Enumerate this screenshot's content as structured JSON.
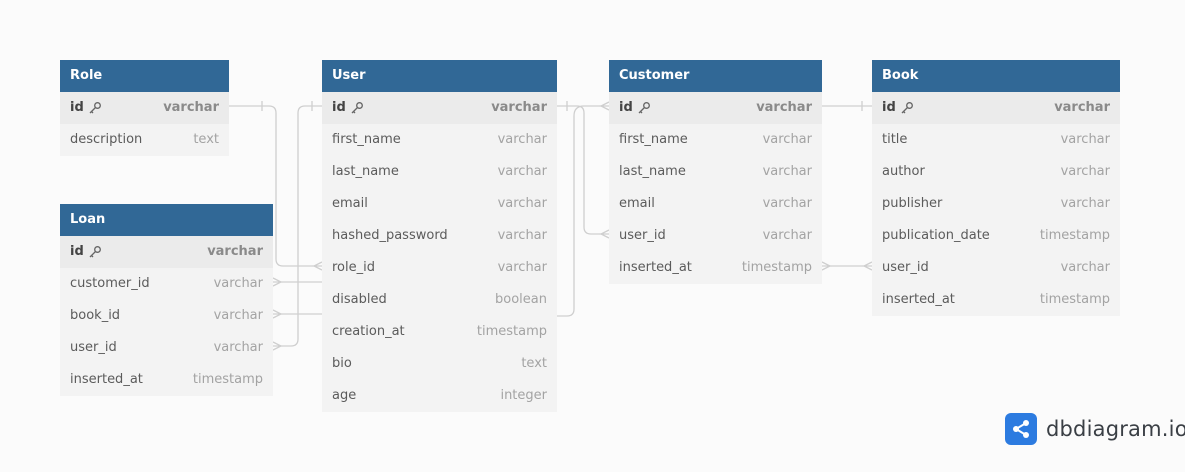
{
  "tables": {
    "role": {
      "name": "Role",
      "columns": [
        {
          "name": "id",
          "type": "varchar",
          "pk": true
        },
        {
          "name": "description",
          "type": "text"
        }
      ]
    },
    "loan": {
      "name": "Loan",
      "columns": [
        {
          "name": "id",
          "type": "varchar",
          "pk": true
        },
        {
          "name": "customer_id",
          "type": "varchar"
        },
        {
          "name": "book_id",
          "type": "varchar"
        },
        {
          "name": "user_id",
          "type": "varchar"
        },
        {
          "name": "inserted_at",
          "type": "timestamp"
        }
      ]
    },
    "user": {
      "name": "User",
      "columns": [
        {
          "name": "id",
          "type": "varchar",
          "pk": true
        },
        {
          "name": "first_name",
          "type": "varchar"
        },
        {
          "name": "last_name",
          "type": "varchar"
        },
        {
          "name": "email",
          "type": "varchar"
        },
        {
          "name": "hashed_password",
          "type": "varchar"
        },
        {
          "name": "role_id",
          "type": "varchar"
        },
        {
          "name": "disabled",
          "type": "boolean"
        },
        {
          "name": "creation_at",
          "type": "timestamp"
        },
        {
          "name": "bio",
          "type": "text"
        },
        {
          "name": "age",
          "type": "integer"
        }
      ]
    },
    "customer": {
      "name": "Customer",
      "columns": [
        {
          "name": "id",
          "type": "varchar",
          "pk": true
        },
        {
          "name": "first_name",
          "type": "varchar"
        },
        {
          "name": "last_name",
          "type": "varchar"
        },
        {
          "name": "email",
          "type": "varchar"
        },
        {
          "name": "user_id",
          "type": "varchar"
        },
        {
          "name": "inserted_at",
          "type": "timestamp"
        }
      ]
    },
    "book": {
      "name": "Book",
      "columns": [
        {
          "name": "id",
          "type": "varchar",
          "pk": true
        },
        {
          "name": "title",
          "type": "varchar"
        },
        {
          "name": "author",
          "type": "varchar"
        },
        {
          "name": "publisher",
          "type": "varchar"
        },
        {
          "name": "publication_date",
          "type": "timestamp"
        },
        {
          "name": "user_id",
          "type": "varchar"
        },
        {
          "name": "inserted_at",
          "type": "timestamp"
        }
      ]
    }
  },
  "brand": {
    "name": "dbdiagram.io"
  },
  "colors": {
    "header": "#316896",
    "body": "#f3f3f3",
    "link": "#cfcfcf",
    "logo": "#2c7be0"
  }
}
